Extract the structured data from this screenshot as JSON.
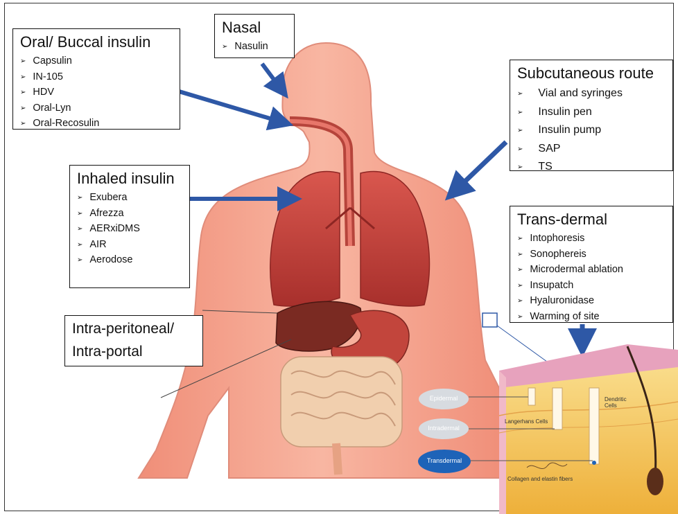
{
  "oral": {
    "title": "Oral/ Buccal insulin",
    "items": [
      "Capsulin",
      "IN-105",
      "HDV",
      "Oral-Lyn",
      "Oral-Recosulin"
    ]
  },
  "nasal": {
    "title": "Nasal",
    "items": [
      "Nasulin"
    ]
  },
  "subcutaneous": {
    "title": "Subcutaneous route",
    "items": [
      "Vial and syringes",
      "Insulin pen",
      "Insulin pump",
      "SAP",
      "TS"
    ]
  },
  "inhaled": {
    "title": "Inhaled insulin",
    "items": [
      "Exubera",
      "Afrezza",
      "AERxiDMS",
      "AIR",
      "Aerodose"
    ]
  },
  "transdermal": {
    "title": "Trans-dermal",
    "items": [
      "Intophoresis",
      "Sonophereis",
      "Microdermal ablation",
      "Insupatch",
      "Hyaluronidase",
      "Warming of site"
    ]
  },
  "intraperitoneal": {
    "line1": "Intra-peritoneal/",
    "line2": "Intra-portal"
  },
  "skin": {
    "epidermal": "Epidermal",
    "intradermal": "Intradermal",
    "transdermal": "Transdermal",
    "langerhans": "Langerhans Cells",
    "dendritic": "Dendritic Cells",
    "collagen": "Collagen and elastin fibers"
  },
  "colors": {
    "arrow": "#2e58a6",
    "body": "#f3a58f",
    "lung": "#c9423c",
    "liver": "#7a2a22",
    "skin_top": "#e6a9c0",
    "skin_fill": "#f5c361",
    "transdermal_pill": "#1e63b8"
  }
}
